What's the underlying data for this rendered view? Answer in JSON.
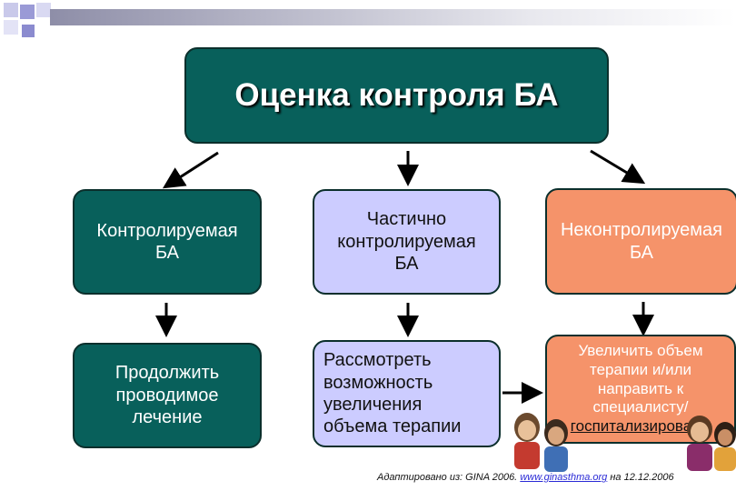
{
  "title": "Оценка контроля БА",
  "row1": {
    "left": "Контролируемая\nБА",
    "center": "Частично\nконтролируемая\nБА",
    "right": "Неконтролируемая\nБА"
  },
  "row2": {
    "left": "Продолжить\nпроводимое\nлечение",
    "center": "Рассмотреть\nвозможность\nувеличения\nобъема терапии",
    "right_main": "Увеличить объем\nтерапии и/или\nнаправить к\nспециалисту/",
    "right_last": "госпитализировать!"
  },
  "footer": {
    "prefix": "Адаптировано из: GINA 2006.",
    "link": "www.ginasthma.org",
    "suffix": "на 12.12.2006"
  },
  "colors": {
    "teal": "#08605b",
    "lavender": "#ccccff",
    "orange": "#f5936a",
    "border": "#0b2f2c"
  }
}
